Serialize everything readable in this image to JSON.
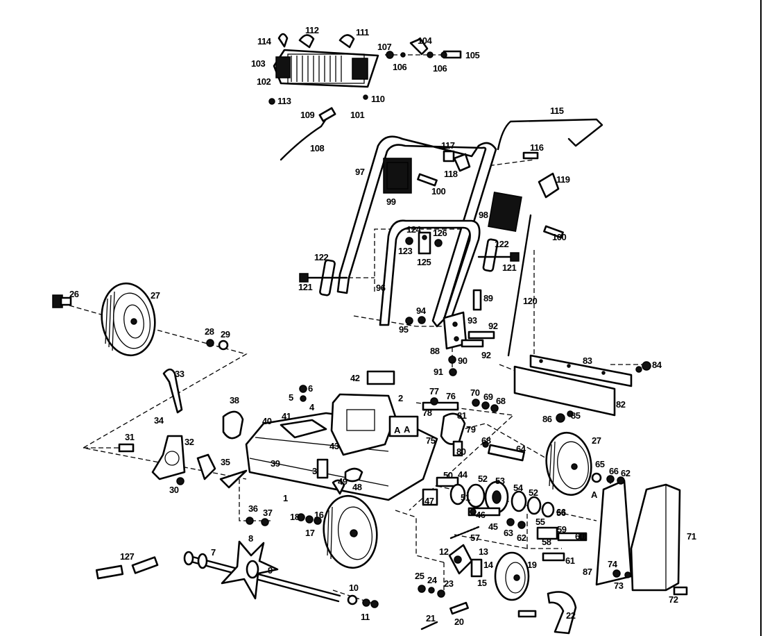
{
  "labels": {
    "l1": "1",
    "l2": "2",
    "l3": "3",
    "l4": "4",
    "l5": "5",
    "l6": "6",
    "l7": "7",
    "l8": "8",
    "l9": "9",
    "l10": "10",
    "l11": "11",
    "l12": "12",
    "l13": "13",
    "l14": "14",
    "l15": "15",
    "l16": "16",
    "l17": "17",
    "l18": "18",
    "l19": "19",
    "l20": "20",
    "l21": "21",
    "l22": "22",
    "l23": "23",
    "l24": "24",
    "l25": "25",
    "l26": "26",
    "l27a": "27",
    "l27b": "27",
    "l28": "28",
    "l29": "29",
    "l30": "30",
    "l31": "31",
    "l32": "32",
    "l33": "33",
    "l34": "34",
    "l35": "35",
    "l36": "36",
    "l37": "37",
    "l38": "38",
    "l39": "39",
    "l40": "40",
    "l41": "41",
    "l42": "42",
    "l43": "43",
    "l44": "44",
    "l45": "45",
    "l46": "46",
    "l47": "47",
    "l48": "48",
    "l49": "49",
    "l50": "50",
    "l51": "51",
    "l52a": "52",
    "l52b": "52",
    "l53": "53",
    "l54": "54",
    "l55": "55",
    "l56": "56",
    "l57": "57",
    "l58": "58",
    "l59": "59",
    "l60": "60",
    "l61": "61",
    "l62a": "62",
    "l62b": "62",
    "l63": "63",
    "l64": "64",
    "l65": "65",
    "l66a": "66",
    "l66b": "66",
    "l68a": "68",
    "l68b": "68",
    "l69": "69",
    "l70": "70",
    "l71": "71",
    "l72": "72",
    "l73": "73",
    "l74": "74",
    "l75": "75",
    "l76": "76",
    "l77": "77",
    "l78": "78",
    "l79": "79",
    "l80": "80",
    "l81": "81",
    "l82": "82",
    "l83": "83",
    "l84": "84",
    "l85": "85",
    "l86": "86",
    "l87": "87",
    "l88": "88",
    "l89": "89",
    "l90": "90",
    "l91": "91",
    "l92a": "92",
    "l92b": "92",
    "l93": "93",
    "l94": "94",
    "l95": "95",
    "l96": "96",
    "l97": "97",
    "l98": "98",
    "l99": "99",
    "l100a": "100",
    "l100b": "100",
    "l101": "101",
    "l102": "102",
    "l103": "103",
    "l104": "104",
    "l105": "105",
    "l106a": "106",
    "l106b": "106",
    "l107": "107",
    "l108": "108",
    "l109": "109",
    "l110": "110",
    "l111": "111",
    "l112": "112",
    "l113": "113",
    "l114": "114",
    "l115": "115",
    "l116": "116",
    "l117": "117",
    "l118": "118",
    "l119": "119",
    "l120": "120",
    "l121a": "121",
    "l121b": "121",
    "l122a": "122",
    "l122b": "122",
    "l123": "123",
    "l124": "124",
    "l125": "125",
    "l126": "126",
    "l127": "127",
    "lA1": "A",
    "lA2": "A",
    "lA3": "A"
  }
}
